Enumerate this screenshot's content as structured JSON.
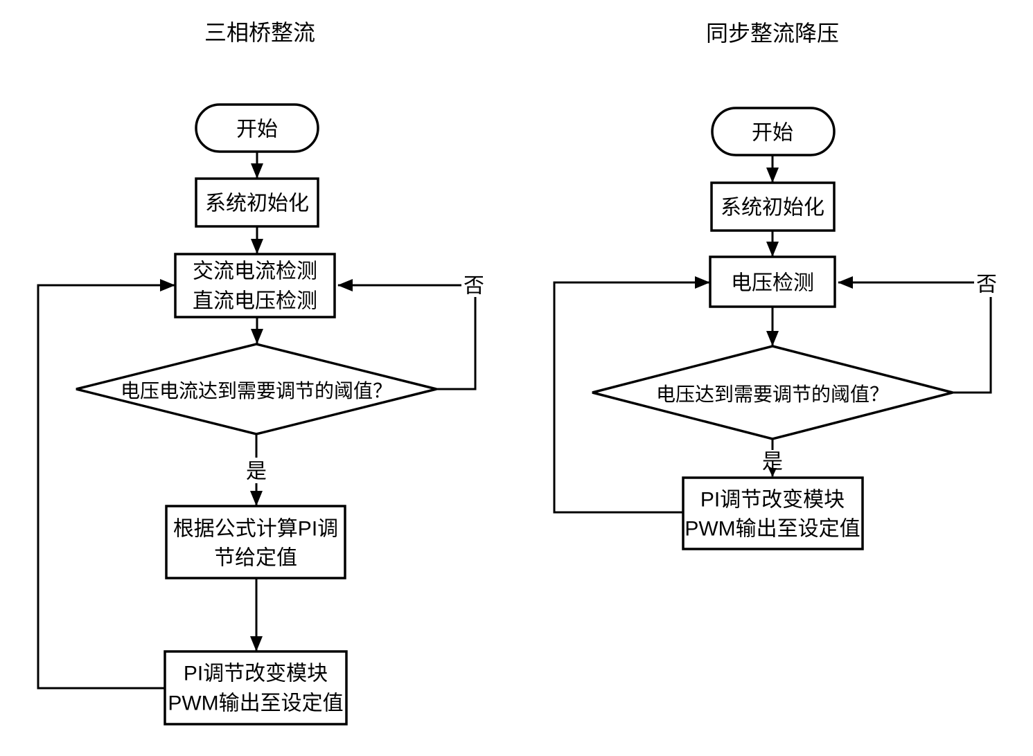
{
  "colors": {
    "stroke": "#000000",
    "node_fill": "#ffffff",
    "bg": "#ffffff"
  },
  "left_chart": {
    "title": "三相桥整流",
    "start": "开始",
    "init": "系统初始化",
    "detect_line1": "交流电流检测",
    "detect_line2": "直流电压检测",
    "decision": "电压电流达到需要调节的阈值？",
    "yes_label": "是",
    "no_label": "否",
    "calc_line1": "根据公式计算PI调",
    "calc_line2": "节给定值",
    "pwm_line1": "PI调节改变模块",
    "pwm_line2": "PWM输出至设定值"
  },
  "right_chart": {
    "title": "同步整流降压",
    "start": "开始",
    "init": "系统初始化",
    "detect": "电压检测",
    "decision": "电压达到需要调节的阈值？",
    "yes_label": "是",
    "no_label": "否",
    "pwm_line1": "PI调节改变模块",
    "pwm_line2": "PWM输出至设定值"
  }
}
